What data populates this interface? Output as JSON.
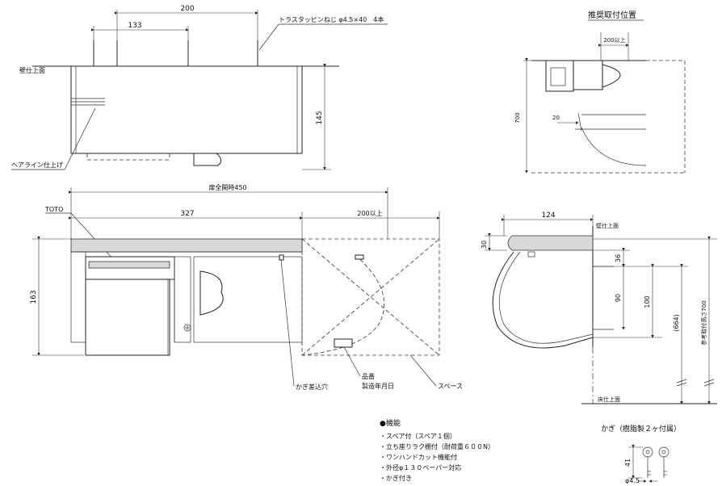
{
  "top_view": {
    "dim_200": "200",
    "dim_133": "133",
    "dim_145": "145",
    "screw_note": "トラスタッピンねじ φ4.5×40　4本",
    "wall_finish": "壁仕上面",
    "hairline": "ヘアライン仕上げ"
  },
  "recommended": {
    "title": "推奨取付位置",
    "dim_200_plus": "200以上",
    "dim_700": "700",
    "dim_20": "20"
  },
  "front_view": {
    "dim_total_open": "扉全開時450",
    "dim_327": "327",
    "dim_200_plus": "200以上",
    "dim_163": "163",
    "toto": "TOTO",
    "keyhole": "かぎ差込穴",
    "model_label": "品番",
    "manufacture_date": "製造年月日",
    "space": "スペース"
  },
  "side_view": {
    "dim_124": "124",
    "dim_30": "30",
    "dim_36": "36",
    "dim_90": "90",
    "dim_100": "100",
    "dim_664": "(664)",
    "ref_height": "参考取付高さ700",
    "wall_finish": "壁仕上面",
    "floor_finish": "床仕上面"
  },
  "features": {
    "title": "●機能",
    "items": [
      "・スペア付（スペア１個）",
      "・立ち座りラク棚付（耐荷重６００N）",
      "・ワンハンドカット機能付",
      "・外径φ１３０ペーパー対応",
      "・かぎ付き"
    ]
  },
  "key": {
    "title": "かぎ（樹脂製２ヶ付属）",
    "dim_41": "41",
    "dim_phi": "φ4.5"
  }
}
